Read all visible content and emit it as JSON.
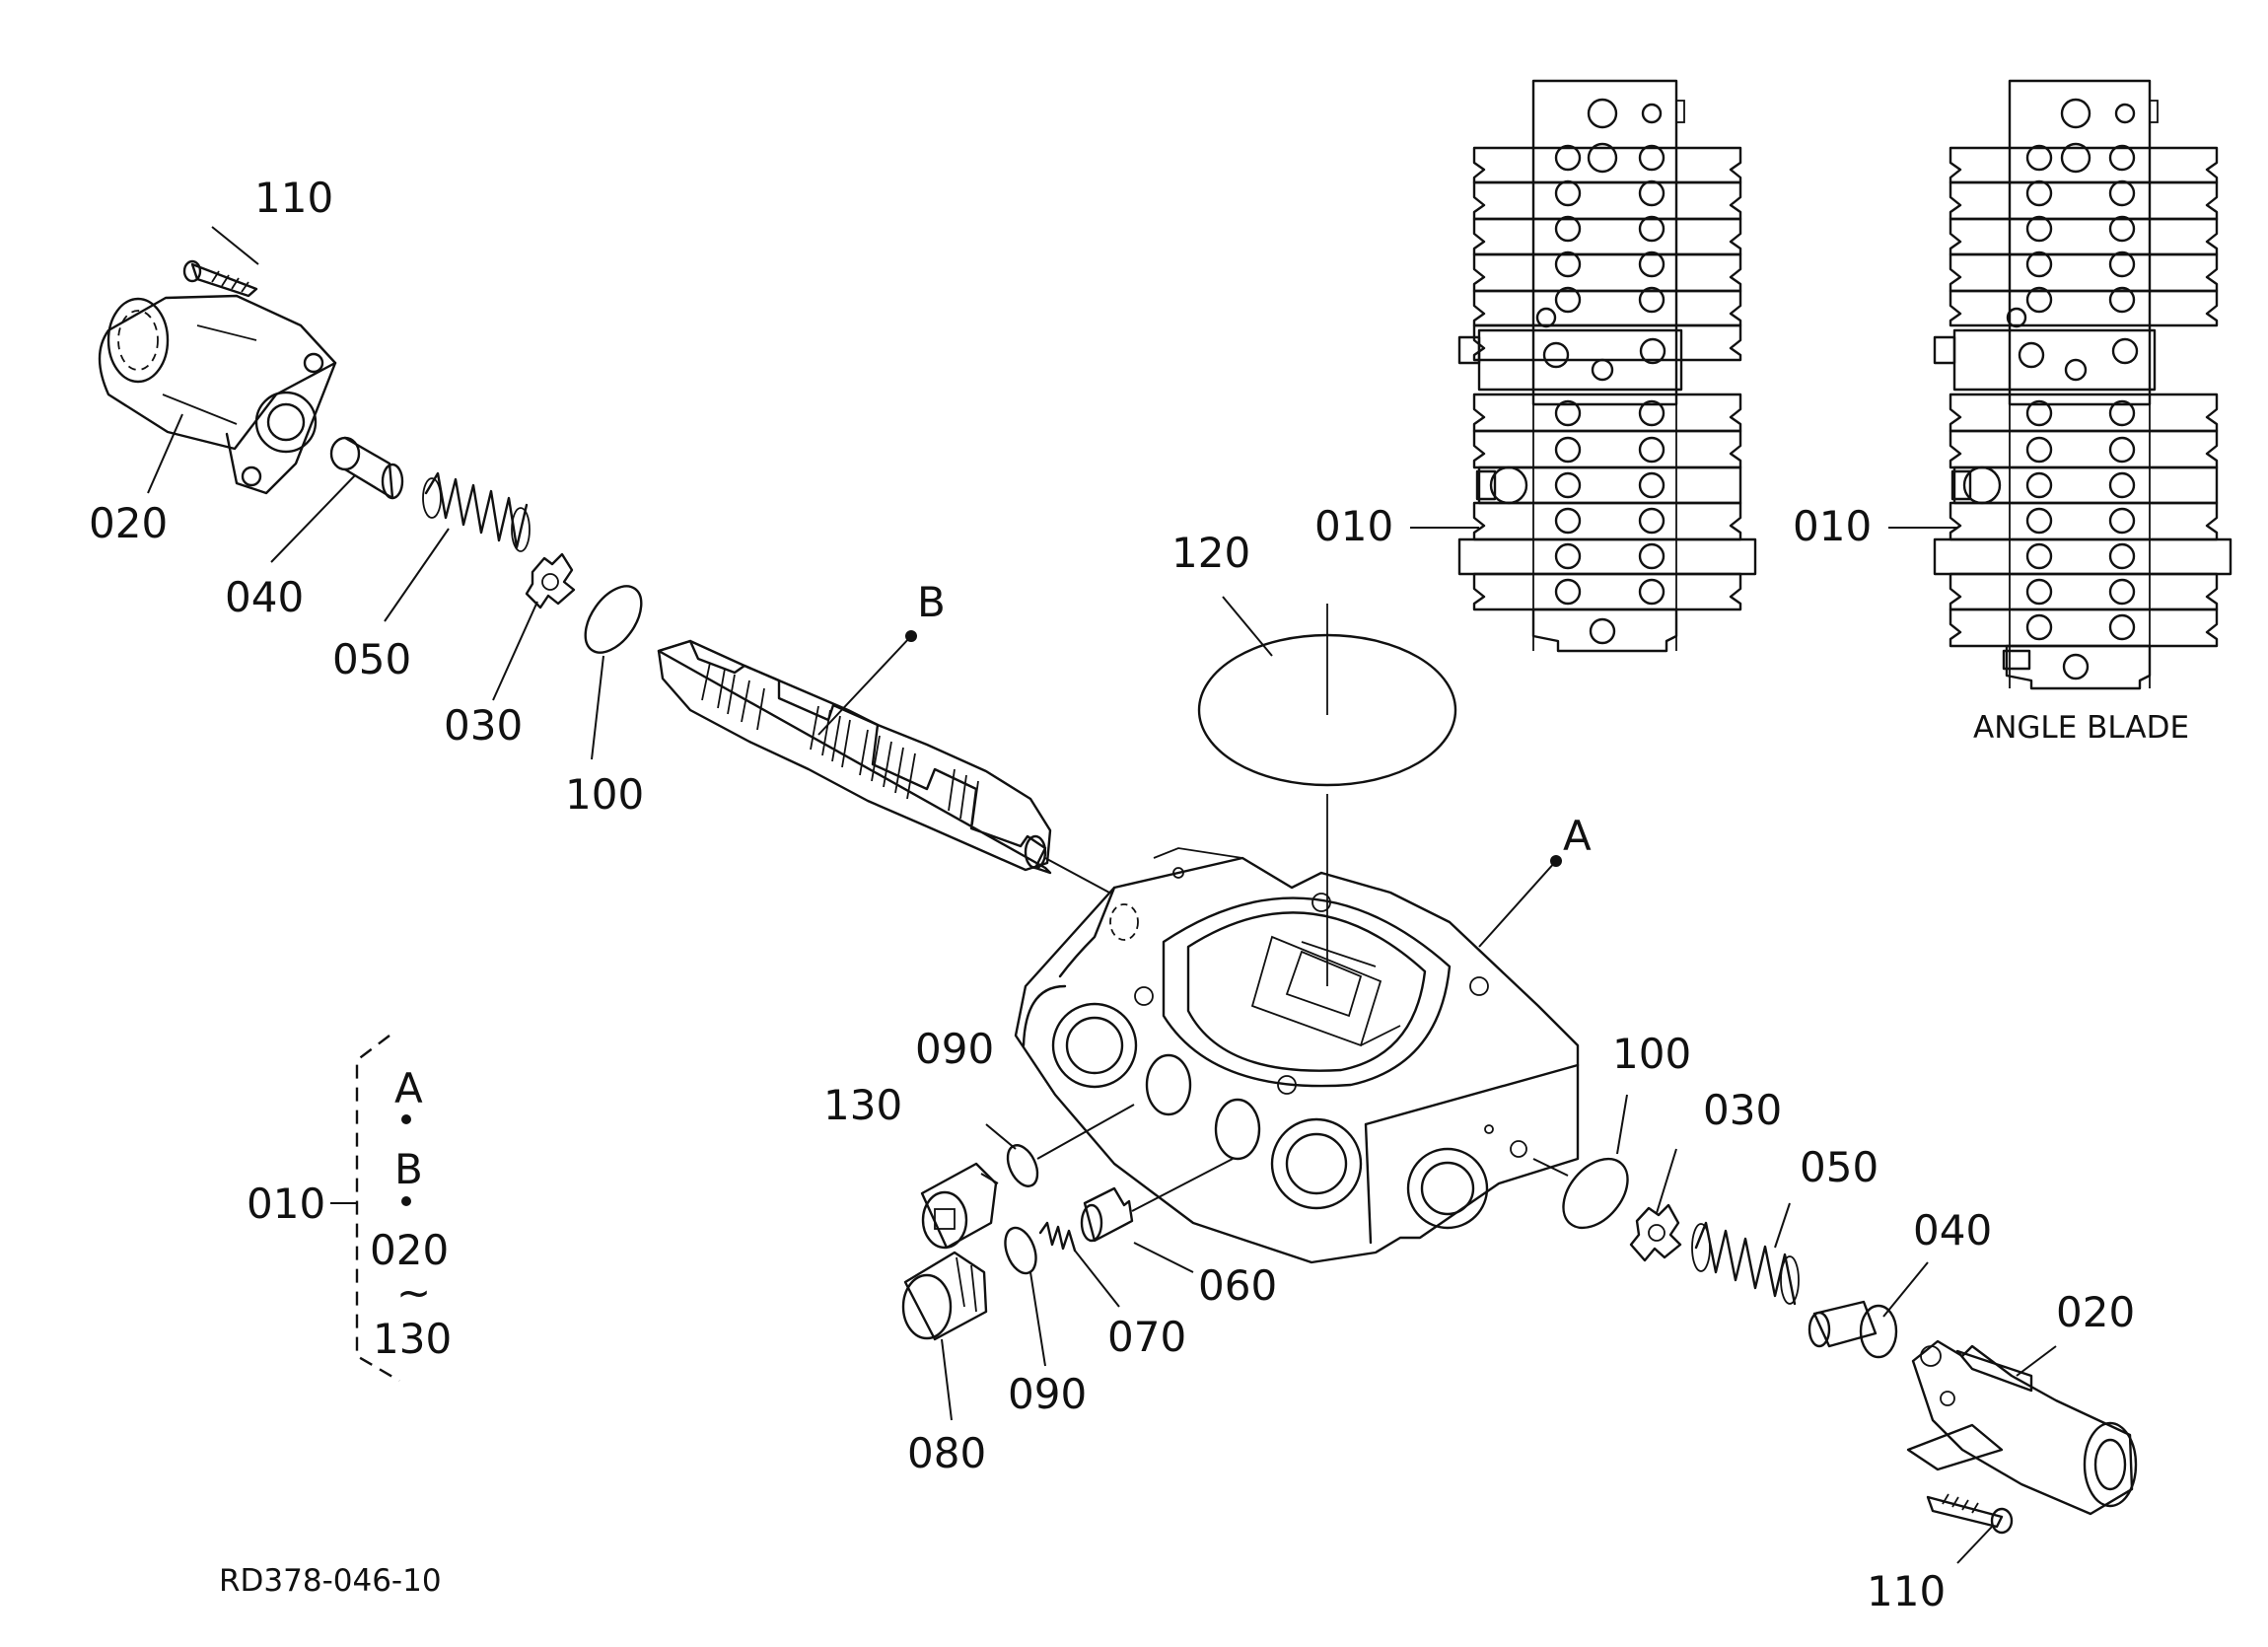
{
  "labels": {
    "l110_top": "110",
    "l020_left": "020",
    "l040_left": "040",
    "l050_left": "050",
    "l030_left": "030",
    "l100_left": "100",
    "lB": "B",
    "l120": "120",
    "lA": "A",
    "l010_top_left": "010",
    "l010_top_right": "010",
    "angle_blade": "ANGLE BLADE",
    "l090_top": "090",
    "l130": "130",
    "l060": "060",
    "l070": "070",
    "l090_bottom": "090",
    "l080": "080",
    "l100_right": "100",
    "l030_right": "030",
    "l050_right": "050",
    "l040_right": "040",
    "l020_right": "020",
    "l110_bottom": "110",
    "l010_group": "010",
    "group_a": "A",
    "group_b": "B",
    "group_020": "020",
    "group_tilde": "~",
    "group_130": "130",
    "figure_code": "RD378-046-10"
  }
}
